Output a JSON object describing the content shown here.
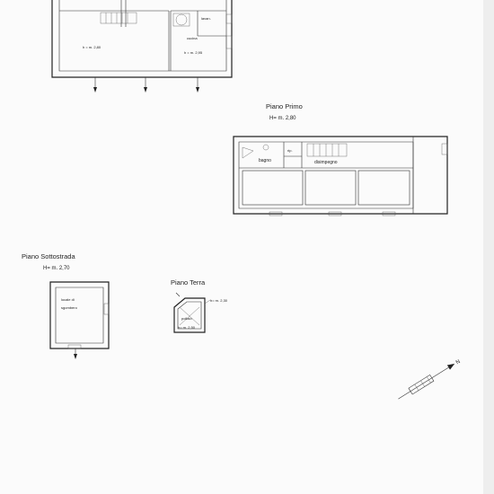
{
  "plans": {
    "top": {
      "rooms": {
        "lavan": "lavan.",
        "cucina": "cucina",
        "h_left": "h = m. 2,80",
        "h_right": "h = m. 2,95"
      }
    },
    "primo": {
      "title": "Piano Primo",
      "height": "H= m. 2,80",
      "rooms": {
        "bagno": "bagno",
        "rip": "rip.",
        "disimpegno": "disimpegno"
      }
    },
    "sottostrada": {
      "title": "Piano Sottostrada",
      "height": "H= m. 2,70",
      "room_line1": "locale di",
      "room_line2": "sgombero"
    },
    "terra": {
      "title": "Piano Terra",
      "room": "pollaio",
      "h_label": "h= m. 2,50",
      "h_side": "h= m. 2,30"
    }
  },
  "compass": {
    "label": "N"
  }
}
